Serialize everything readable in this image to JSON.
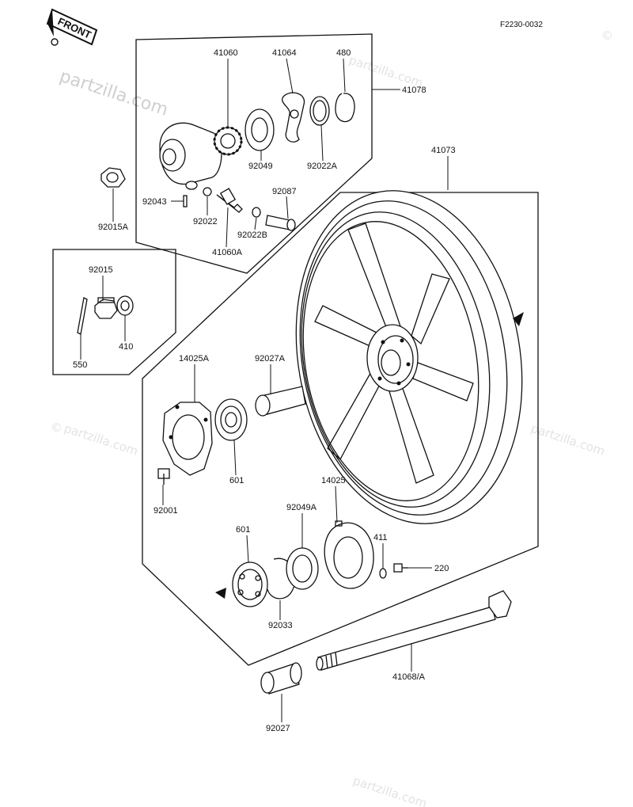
{
  "diagram": {
    "code": "F2230-0032",
    "front_badge": "FRONT",
    "watermark": "partzilla.com"
  },
  "labels": {
    "p41060": "41060",
    "p41064": "41064",
    "p480": "480",
    "p41078": "41078",
    "p92049": "92049",
    "p92022A": "92022A",
    "p41073": "41073",
    "p92043": "92043",
    "p92022": "92022",
    "p92087": "92087",
    "p92022B": "92022B",
    "p41060A": "41060A",
    "p92015A": "92015A",
    "p92015": "92015",
    "p410": "410",
    "p550": "550",
    "p14025A": "14025A",
    "p92027A": "92027A",
    "p601a": "601",
    "p92001": "92001",
    "p14025": "14025",
    "p92049A": "92049A",
    "p601b": "601",
    "p411": "411",
    "p220": "220",
    "p92033": "92033",
    "p41068A": "41068/A",
    "p92027": "92027"
  }
}
